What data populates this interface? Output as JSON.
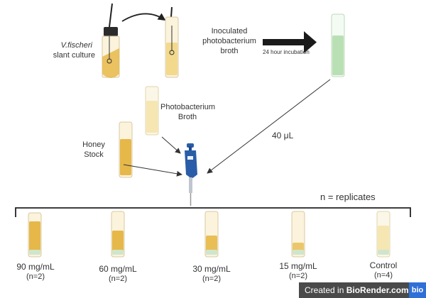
{
  "labels": {
    "slant_title": "V.fischeri",
    "slant_sub": "slant culture",
    "inoculated": [
      "Inoculated",
      "photobacterium",
      "broth"
    ],
    "incubation": "24 hour incubation",
    "broth": [
      "Photobacterium",
      "Broth"
    ],
    "honey": [
      "Honey",
      "Stock"
    ],
    "volume": "40 μL",
    "replicates": "n = replicates"
  },
  "samples": [
    {
      "conc": "90 mg/mL",
      "n": "(n=2)"
    },
    {
      "conc": "60 mg/mL",
      "n": "(n=2)"
    },
    {
      "conc": "30 mg/mL",
      "n": "(n=2)"
    },
    {
      "conc": "15 mg/mL",
      "n": "(n=2)"
    },
    {
      "conc": "Control",
      "n": "(n=4)"
    }
  ],
  "badge": {
    "prefix": "Created in ",
    "brand": "BioRender.com",
    "mark": "bio"
  },
  "colors": {
    "honey": "#e6b84a",
    "broth_light": "#f6e6b2",
    "green": "#b9e0b5",
    "arrow": "#1a1a1a",
    "pipette": "#2a5da8"
  }
}
